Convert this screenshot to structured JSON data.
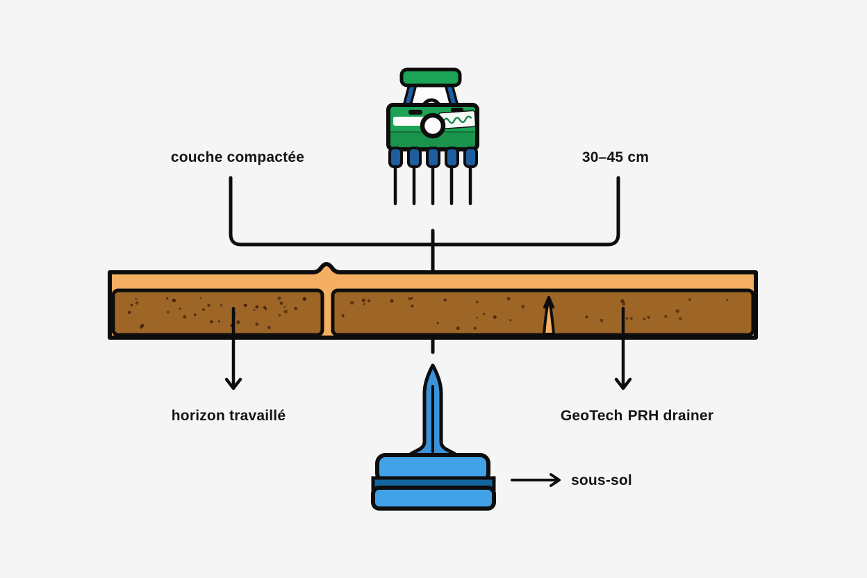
{
  "diagram": {
    "type": "soil-profile-illustration",
    "annotations": {
      "compacted_layer": "couche compactée",
      "depth_range": "30–45 cm",
      "worked_horizon": "horizon travaillé",
      "drainer_brand": "GeoTech",
      "drainer_name": "PRH drainer",
      "subsoil": "sous-sol"
    },
    "icons": {
      "machine": "subsoiler-tractor-icon",
      "shank": "subsoiler-shank-icon",
      "crack": "soil-crack-arrow",
      "bracket": "measure-bracket",
      "down_arrows": "down-arrow",
      "right_arrow": "right-arrow"
    },
    "colors": {
      "background": "#f5f5f6",
      "outline": "#0d0d0d",
      "machine_green": "#1ca355",
      "machine_green_shade": "#15914a",
      "cab_blue": "#1a5fa8",
      "socket_blue": "#1e5e9e",
      "topsoil_orange": "#f4af62",
      "subsoil_brown": "#9d6627",
      "speckle_brown": "#47230d",
      "tool_blue": "#41a2e8",
      "tool_blue_mid": "#3b92d8",
      "tool_blue_dark": "#15659f",
      "text": "#141414",
      "badge_scribble_green": "#17854a"
    }
  }
}
